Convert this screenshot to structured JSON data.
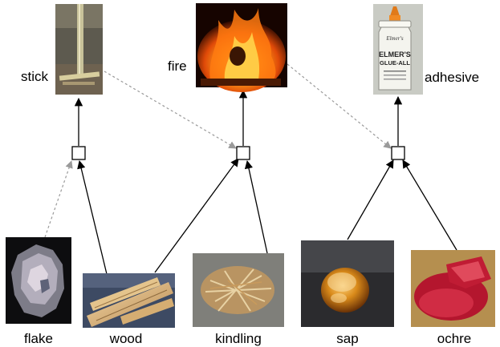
{
  "labels": {
    "stick": "stick",
    "fire": "fire",
    "adhesive": "adhesive",
    "flake": "flake",
    "wood": "wood",
    "kindling": "kindling",
    "sap": "sap",
    "ochre": "ochre"
  },
  "glue_bottle": {
    "brand_top": "Elmer's",
    "brand": "ELMER'S",
    "product": "GLUE-ALL"
  },
  "colors": {
    "solid_arrow": "#000000",
    "dashed_arrow": "#9a9a9a",
    "node_fill": "#ffffff",
    "node_stroke": "#000000"
  },
  "icons": {
    "stick": "stick-photo",
    "fire": "fire-photo",
    "adhesive": "glue-bottle-photo",
    "flake": "stone-flake-photo",
    "wood": "split-wood-photo",
    "kindling": "kindling-photo",
    "sap": "tree-sap-photo",
    "ochre": "ochre-pigment-photo"
  }
}
